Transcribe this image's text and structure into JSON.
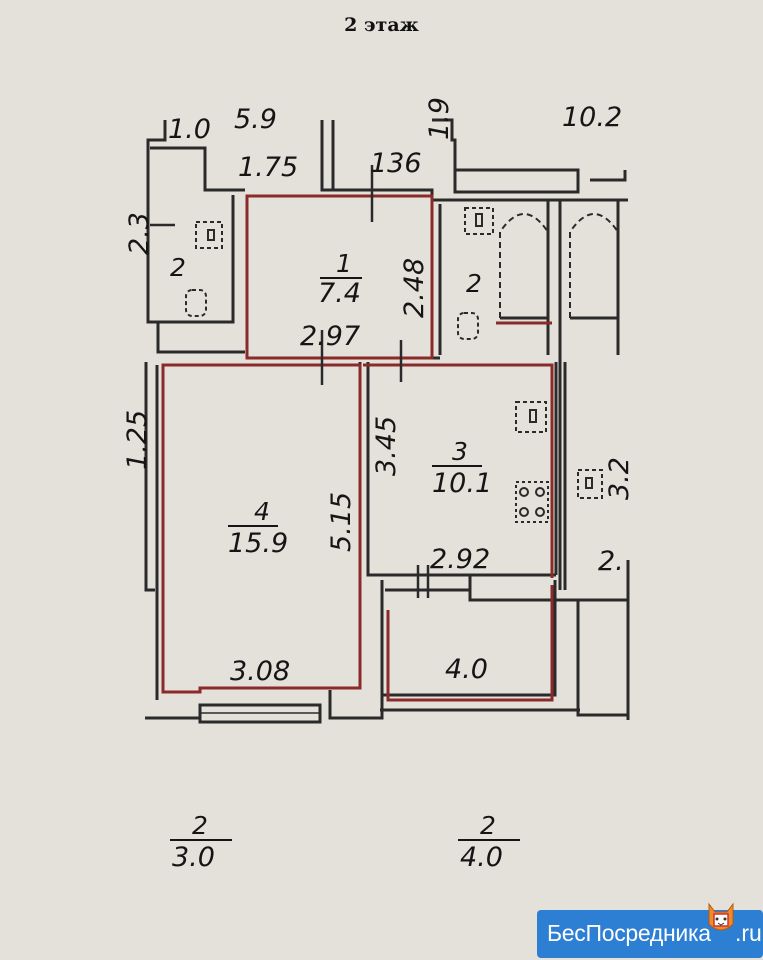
{
  "title": "2 этаж",
  "rooms": [
    {
      "number": "1",
      "area": "7.4"
    },
    {
      "number": "2",
      "area": ""
    },
    {
      "number": "3",
      "area": "10.1"
    },
    {
      "number": "4",
      "area": "15.9"
    }
  ],
  "dimensions": {
    "d_1_75": "1.75",
    "d_136": "136",
    "d_2_48": "2.48",
    "d_2_97": "2.97",
    "d_3_45": "3.45",
    "d_5_15": "5.15",
    "d_2_92": "2.92",
    "d_3_08": "3.08",
    "d_4_0": "4.0",
    "d_2_left": "2",
    "d_2_bath": "2"
  },
  "partial_labels": {
    "top_left": "1.0",
    "top_mid_left": "5.9",
    "top_mid": "1.9",
    "top_right": "10.2",
    "left_vert_top": "2.3",
    "left_vert": "1.25",
    "right_vert": "3.2",
    "right_bottom": "2."
  },
  "below": [
    {
      "top": "2",
      "bottom": "3.0"
    },
    {
      "top": "2",
      "bottom": "4.0"
    }
  ],
  "logo": {
    "text": "БесПосредника",
    "suffix": ".ru",
    "color": "#2c7fd3"
  },
  "colors": {
    "wall": "#2a2a2a",
    "outline": "#8a2a2a",
    "paper": "#e4e1da"
  }
}
